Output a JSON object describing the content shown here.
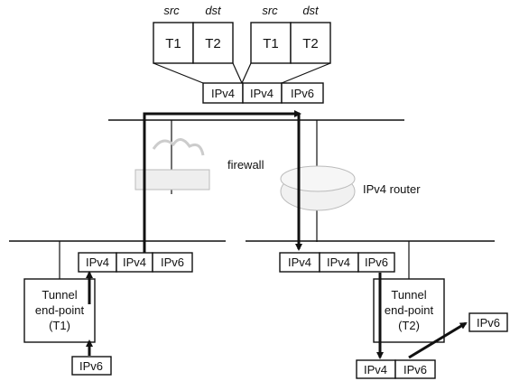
{
  "header_packet": {
    "src_label_1": "src",
    "dst_label_1": "dst",
    "src_label_2": "src",
    "dst_label_2": "dst",
    "t1_a": "T1",
    "t2_a": "T2",
    "t1_b": "T1",
    "t2_b": "T2",
    "cells": [
      "IPv4",
      "IPv4",
      "IPv6"
    ]
  },
  "left_packet": {
    "cells": [
      "IPv4",
      "IPv4",
      "IPv6"
    ]
  },
  "right_packet": {
    "cells": [
      "IPv4",
      "IPv4",
      "IPv6"
    ]
  },
  "firewall_label": "firewall",
  "router_label": "IPv4 router",
  "endpoint_left": {
    "line1": "Tunnel",
    "line2": "end-point",
    "line3": "(T1)"
  },
  "endpoint_right": {
    "line1": "Tunnel",
    "line2": "end-point",
    "line3": "(T2)"
  },
  "ipv6_in": "IPv6",
  "ipv6_out": "IPv6",
  "decap_packet": {
    "cells": [
      "IPv4",
      "IPv6"
    ]
  }
}
